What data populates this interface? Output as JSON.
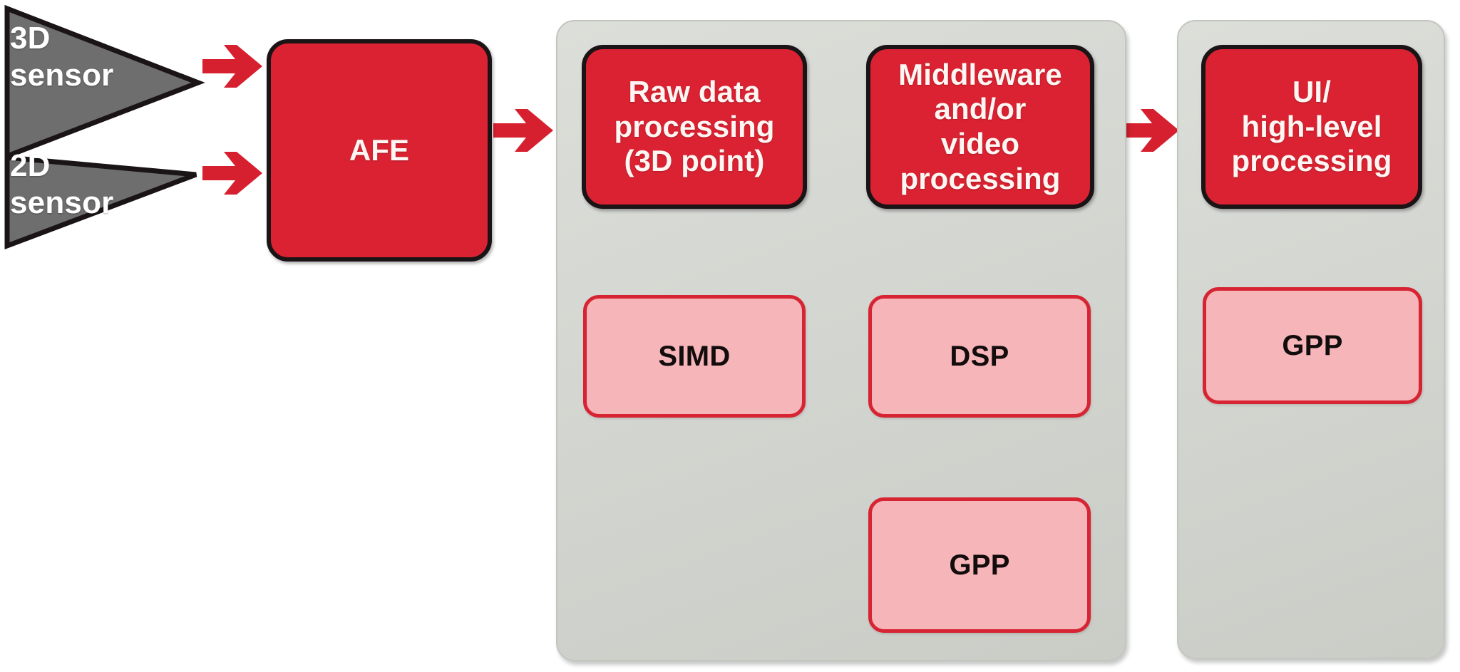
{
  "diagram": {
    "title": "Sensor processing pipeline block diagram",
    "colors": {
      "red": "#DB2232",
      "pink": "#F6B5B8",
      "pink_border": "#D62433",
      "panel_gray": "#D4D6D1",
      "sensor_gray": "#6E6E6E",
      "outline_black": "#1A1416",
      "white_text": "#FDF6F2"
    },
    "sensors": [
      {
        "label": "3D\nsensor",
        "icon": "triangle-right-icon"
      },
      {
        "label": "2D\nsensor",
        "icon": "triangle-right-icon"
      }
    ],
    "arrows": [
      {
        "icon": "arrow-right-icon",
        "from": "3D sensor",
        "to": "AFE"
      },
      {
        "icon": "arrow-right-icon",
        "from": "2D sensor",
        "to": "AFE"
      },
      {
        "icon": "arrow-right-icon",
        "from": "AFE",
        "to": "Raw data processing (3D point)"
      },
      {
        "icon": "arrow-right-icon",
        "from": "Raw data processing (3D point)",
        "to": "Middleware and/or video processing"
      },
      {
        "icon": "arrow-right-icon",
        "from": "Middleware and/or video processing",
        "to": "UI/ high-level processing"
      }
    ],
    "stages": [
      {
        "id": "afe",
        "label": "AFE",
        "kind": "red-block",
        "grouped": false
      },
      {
        "id": "raw-data-processing",
        "label": "Raw data\nprocessing\n(3D point)",
        "kind": "red-block",
        "grouped": true,
        "hardware": [
          {
            "label": "SIMD",
            "kind": "pink-block"
          }
        ]
      },
      {
        "id": "middleware-video-processing",
        "label": "Middleware\nand/or\nvideo\nprocessing",
        "kind": "red-block",
        "grouped": true,
        "hardware": [
          {
            "label": "DSP",
            "kind": "pink-block"
          },
          {
            "label": "GPP",
            "kind": "pink-block"
          }
        ]
      },
      {
        "id": "ui-high-level-processing",
        "label": "UI/\nhigh-level\nprocessing",
        "kind": "red-block",
        "grouped": true,
        "hardware": [
          {
            "label": "GPP",
            "kind": "pink-block"
          }
        ]
      }
    ],
    "panels": [
      {
        "id": "panel-middle",
        "contains": [
          "raw-data-processing",
          "middleware-video-processing",
          "SIMD",
          "DSP",
          "GPP"
        ]
      },
      {
        "id": "panel-right",
        "contains": [
          "ui-high-level-processing",
          "GPP"
        ]
      }
    ]
  }
}
